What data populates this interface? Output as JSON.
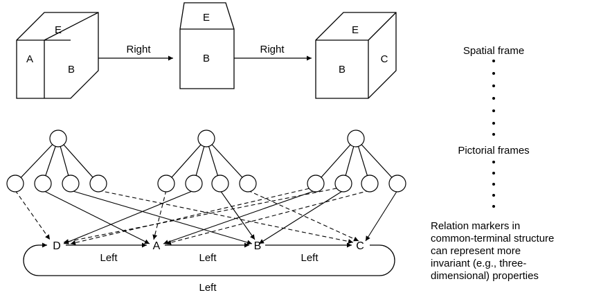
{
  "cubes": {
    "left": {
      "top": "E",
      "front": "B",
      "side": "A"
    },
    "middle": {
      "top": "E",
      "front": "B"
    },
    "right": {
      "top": "E",
      "front": "B",
      "side": "C"
    }
  },
  "arrows_top": {
    "first": "Right",
    "second": "Right"
  },
  "terminals": [
    "D",
    "A",
    "B",
    "C"
  ],
  "relation_labels": {
    "d_a": "Left",
    "a_b": "Left",
    "b_c": "Left",
    "loop": "Left"
  },
  "side_labels": {
    "spatial": "Spatial frame",
    "pictorial": "Pictorial frames"
  },
  "caption": [
    "Relation markers in",
    "common-terminal structure",
    "can represent more",
    "invariant (e.g., three-",
    "dimensional) properties"
  ]
}
